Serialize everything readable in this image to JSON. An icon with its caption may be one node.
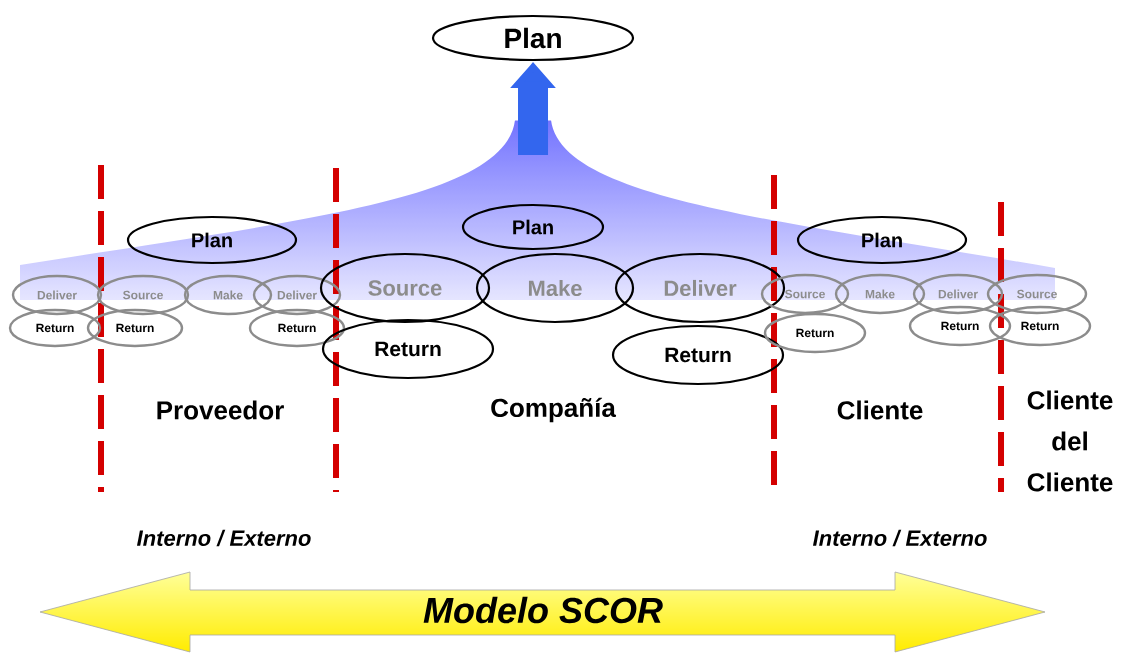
{
  "diagram": {
    "nodes": [
      {
        "text": [
          "Plan"
        ]
      },
      {
        "text": [
          "Plan"
        ]
      },
      {
        "text": [
          "Plan"
        ]
      },
      {
        "text": [
          "Plan"
        ]
      },
      {
        "text": [
          "Deliver"
        ]
      },
      {
        "text": [
          "Source"
        ]
      },
      {
        "text": [
          "Make"
        ]
      },
      {
        "text": [
          "Deliver"
        ]
      },
      {
        "text": [
          "Return"
        ]
      },
      {
        "text": [
          "Return"
        ]
      },
      {
        "text": [
          "Return"
        ]
      },
      {
        "text": [
          "Source"
        ]
      },
      {
        "text": [
          "Make"
        ]
      },
      {
        "text": [
          "Deliver"
        ]
      },
      {
        "text": [
          "Return"
        ]
      },
      {
        "text": [
          "Return"
        ]
      },
      {
        "text": [
          "Source"
        ]
      },
      {
        "text": [
          "Make"
        ]
      },
      {
        "text": [
          "Deliver"
        ]
      },
      {
        "text": [
          "Source"
        ]
      },
      {
        "text": [
          "Return"
        ]
      },
      {
        "text": [
          "Return"
        ]
      },
      {
        "text": [
          "Return"
        ]
      }
    ],
    "labels": [
      "Proveedor",
      "Compañía",
      "Cliente",
      "Cliente del Cliente",
      "Interno / Externo",
      "Interno / Externo",
      "Modelo SCOR"
    ]
  }
}
